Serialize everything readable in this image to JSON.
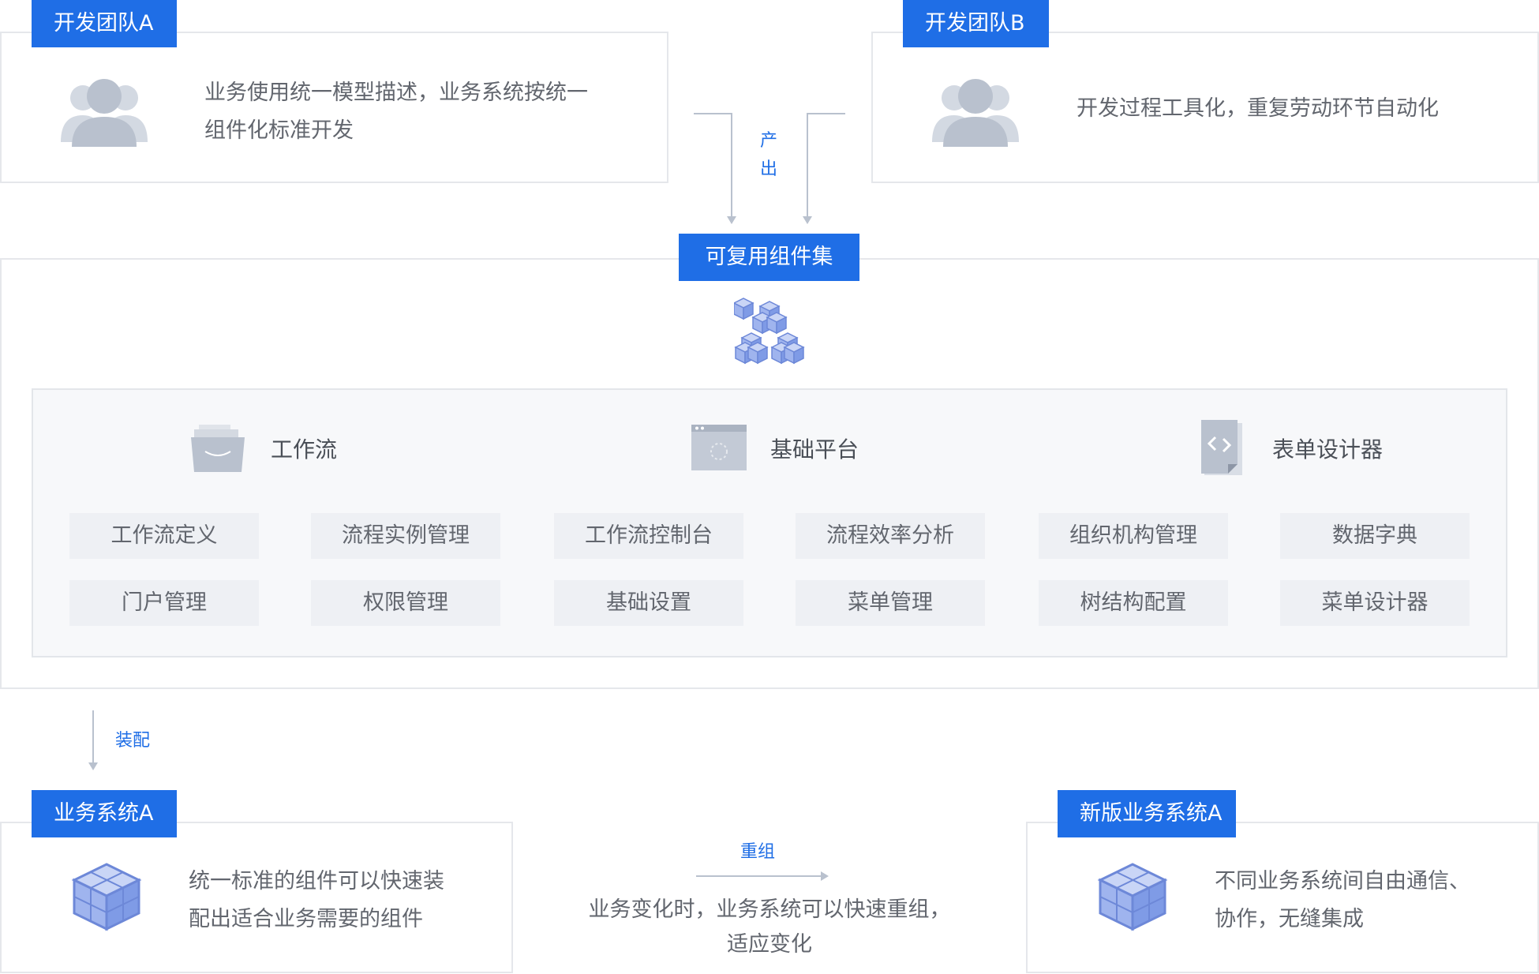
{
  "team_a": {
    "tag": "开发团队A",
    "desc_line1": "业务使用统一模型描述，业务系统按统一",
    "desc_line2": "组件化标准开发"
  },
  "team_b": {
    "tag": "开发团队B",
    "desc": "开发过程工具化，重复劳动环节自动化"
  },
  "produce_label": [
    "产",
    "出"
  ],
  "component_set": {
    "tag": "可复用组件集",
    "icon": "cubes-pyramid-icon",
    "categories": [
      {
        "title": "工作流",
        "icon": "inbox-tray-icon"
      },
      {
        "title": "基础平台",
        "icon": "browser-window-icon"
      },
      {
        "title": "表单设计器",
        "icon": "code-document-icon"
      }
    ],
    "rows": [
      [
        "工作流定义",
        "流程实例管理",
        "工作流控制台",
        "流程效率分析",
        "组织机构管理",
        "数据字典"
      ],
      [
        "门户管理",
        "权限管理",
        "基础设置",
        "菜单管理",
        "树结构配置",
        "菜单设计器"
      ]
    ]
  },
  "assemble_label": "装配",
  "system_a": {
    "tag": "业务系统A",
    "desc_line1": "统一标准的组件可以快速装",
    "desc_line2": "配出适合业务需要的组件"
  },
  "regroup": {
    "label": "重组",
    "desc_line1": "业务变化时，业务系统可以快速重组，",
    "desc_line2": "适应变化"
  },
  "new_system_a": {
    "tag": "新版业务系统A",
    "desc_line1": "不同业务系统间自由通信、",
    "desc_line2": "协作，无缝集成"
  },
  "colors": {
    "accent": "#1f6ee6",
    "border": "#e5e7eb",
    "chip_bg": "#eef0f4",
    "icon_gray": "#b9c1ce",
    "cube_blue": "#7f9be6"
  }
}
